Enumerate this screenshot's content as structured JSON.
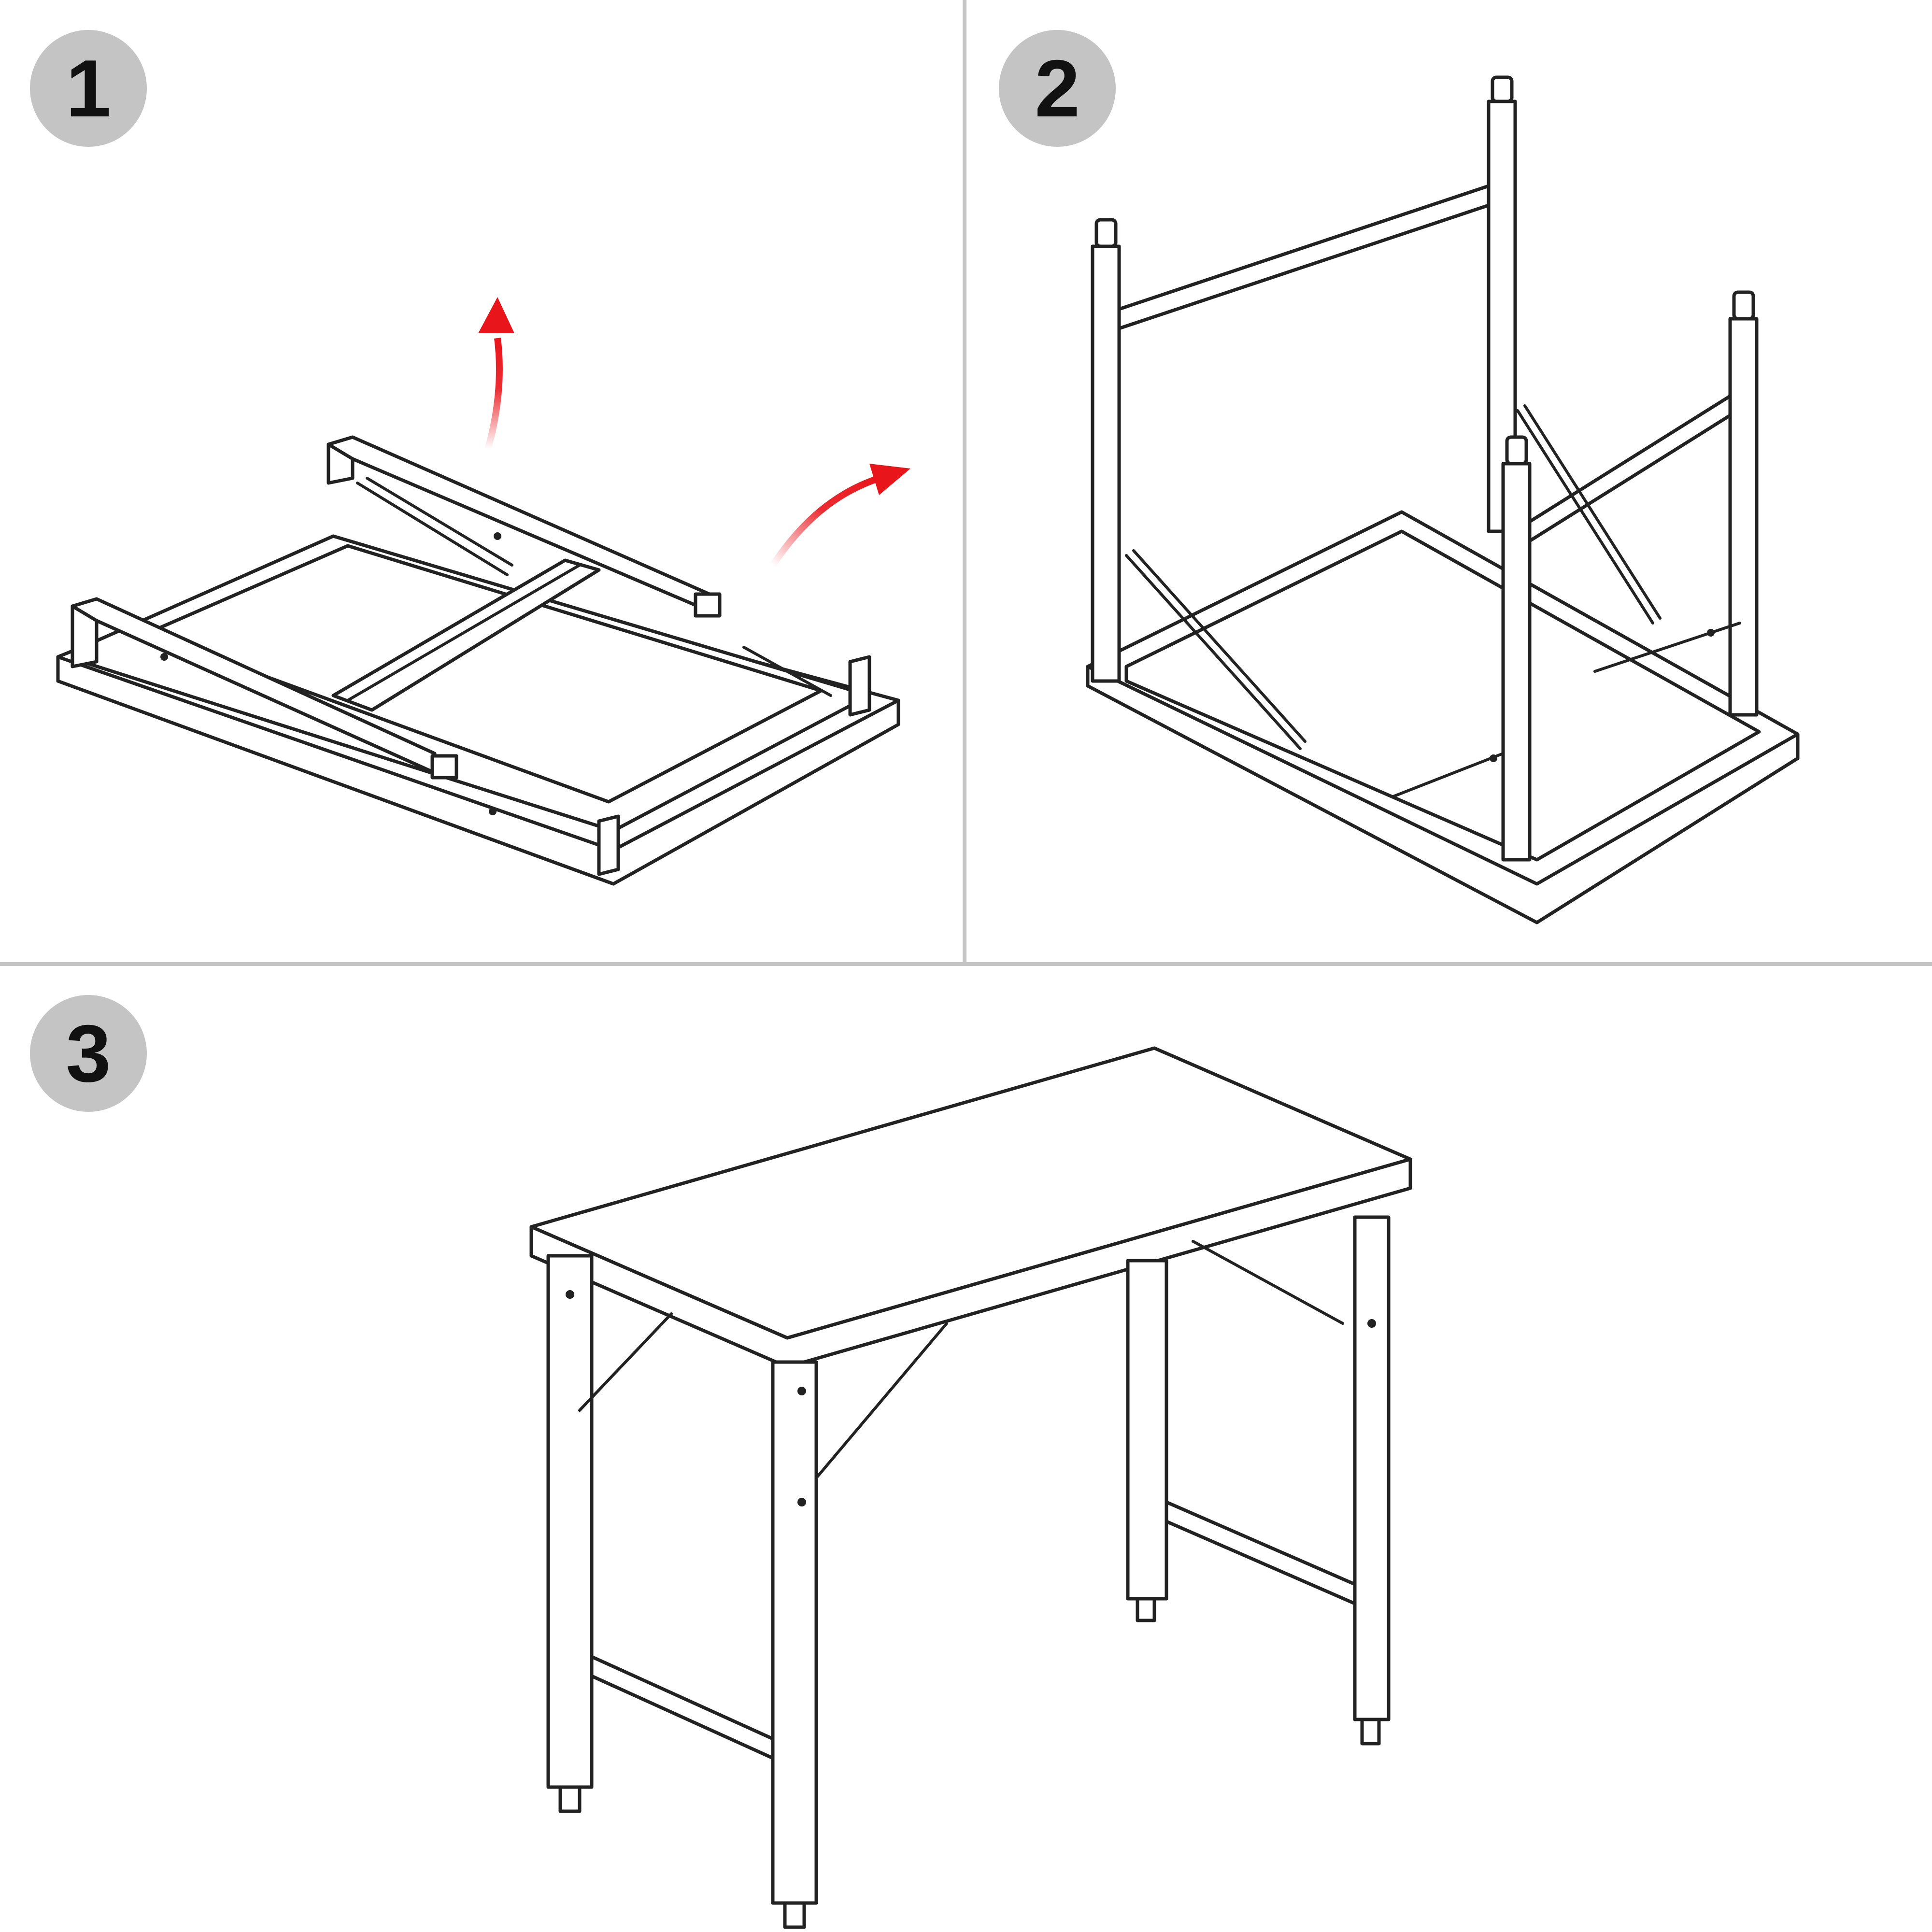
{
  "steps": [
    {
      "number": "1",
      "label": "step-1",
      "has_arrows": true
    },
    {
      "number": "2",
      "label": "step-2",
      "has_arrows": false
    },
    {
      "number": "3",
      "label": "step-3",
      "has_arrows": false
    }
  ],
  "colors": {
    "divider": "#c4c4c4",
    "badge_fill": "#c4c4c4",
    "badge_text": "#111111",
    "line_art": "#222222",
    "arrow": "#e8151b"
  },
  "icons": [
    "folded-table-icon",
    "upside-down-table-icon",
    "assembled-table-icon",
    "curved-arrow-icon"
  ]
}
